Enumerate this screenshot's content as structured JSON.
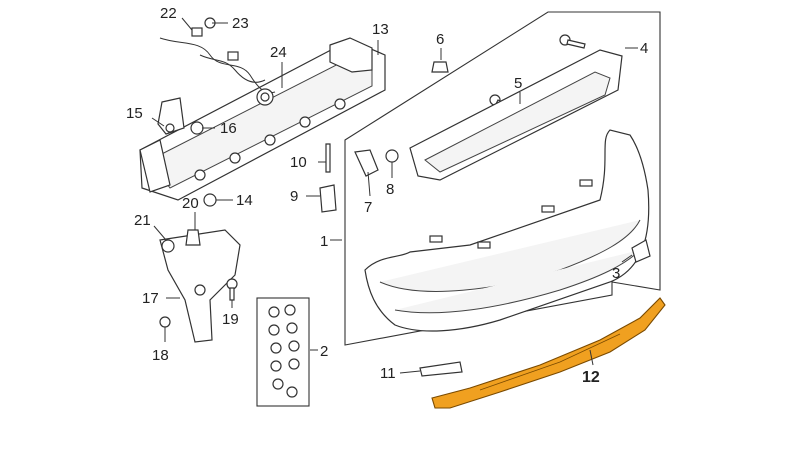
{
  "parts": [
    {
      "id": "p1",
      "label": "1"
    },
    {
      "id": "p2",
      "label": "2"
    },
    {
      "id": "p3",
      "label": "3"
    },
    {
      "id": "p4",
      "label": "4"
    },
    {
      "id": "p5",
      "label": "5"
    },
    {
      "id": "p6",
      "label": "6"
    },
    {
      "id": "p7",
      "label": "7"
    },
    {
      "id": "p8",
      "label": "8"
    },
    {
      "id": "p9",
      "label": "9"
    },
    {
      "id": "p10",
      "label": "10"
    },
    {
      "id": "p11",
      "label": "11"
    },
    {
      "id": "p12",
      "label": "12"
    },
    {
      "id": "p13",
      "label": "13"
    },
    {
      "id": "p14",
      "label": "14"
    },
    {
      "id": "p15",
      "label": "15"
    },
    {
      "id": "p16",
      "label": "16"
    },
    {
      "id": "p17",
      "label": "17"
    },
    {
      "id": "p18",
      "label": "18"
    },
    {
      "id": "p19",
      "label": "19"
    },
    {
      "id": "p20",
      "label": "20"
    },
    {
      "id": "p21",
      "label": "21"
    },
    {
      "id": "p22",
      "label": "22"
    },
    {
      "id": "p23",
      "label": "23"
    },
    {
      "id": "p24",
      "label": "24"
    }
  ],
  "highlight_color": "#f0a020",
  "highlighted_part": "12"
}
